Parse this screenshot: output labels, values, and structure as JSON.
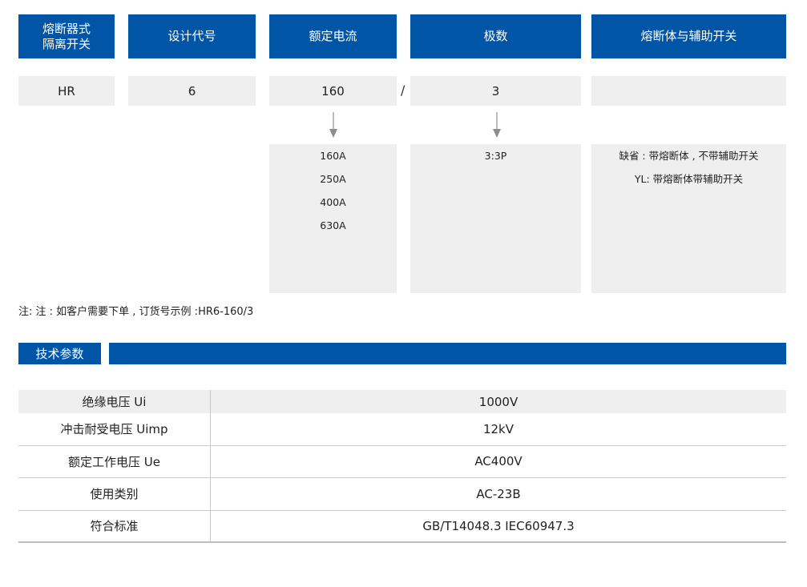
{
  "model_selection": {
    "headers": [
      {
        "line1": "熔断器式",
        "line2": "隔离开关"
      },
      {
        "label": "设计代号"
      },
      {
        "label": "额定电流"
      },
      {
        "label": "极数"
      },
      {
        "label": "熔断体与辅助开关"
      }
    ],
    "values": [
      "HR",
      "6",
      "160",
      "3",
      ""
    ],
    "separator": "/",
    "options": {
      "rated_current": [
        "160A",
        "250A",
        "400A",
        "630A"
      ],
      "poles": [
        "3:3P"
      ],
      "fuse_aux": [
        "缺省 : 带熔断体 , 不带辅助开关",
        "YL: 带熔断体带辅助开关"
      ]
    },
    "note": "注:  注 : 如客户需要下单 , 订货号示例 :HR6-160/3"
  },
  "technical_parameters": {
    "title": "技术参数",
    "rows": [
      {
        "name": "绝缘电压 Ui",
        "value": "1000V"
      },
      {
        "name": "冲击耐受电压 Uimp",
        "value": "12kV"
      },
      {
        "name": "额定工作电压 Ue",
        "value": "AC400V"
      },
      {
        "name": "使用类别",
        "value": "AC-23B"
      },
      {
        "name": "符合标准",
        "value": "GB/T14048.3  IEC60947.3"
      }
    ]
  },
  "colors": {
    "brand_blue": "#0055a6",
    "cell_gray": "#efefef",
    "arrow_gray": "#8c8c8c"
  }
}
